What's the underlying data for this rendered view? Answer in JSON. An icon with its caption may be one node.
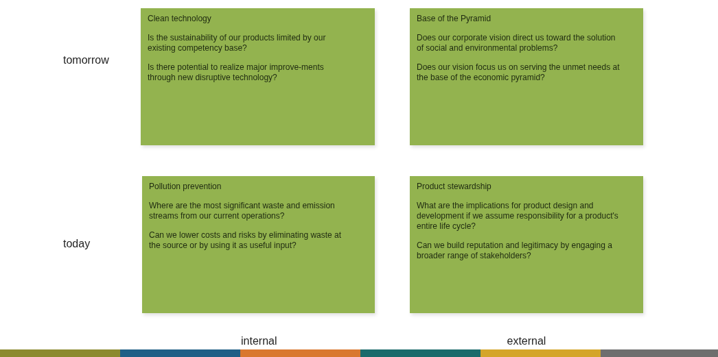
{
  "diagram": {
    "nodes": [
      {
        "text": [
          "Clean technology",
          "Is the sustainability of our products limited by our existing competency base?",
          "Is there potential to realize major improve-ments through new disruptive technology?"
        ]
      },
      {
        "text": [
          "Base of the Pyramid",
          "Does our corporate vision direct us toward the solution of social and environmental problems?",
          "Does our vision focus us on serving the unmet needs at the base of the economic pyramid?"
        ]
      },
      {
        "text": [
          "Pollution prevention",
          "Where are the most significant waste and emission streams from our current operations?",
          "Can we lower costs and risks by eliminating waste at the source or by using it as useful input?"
        ]
      },
      {
        "text": [
          "Product stewardship",
          "What are the implications for product design and development if we assume responsibility for a product's entire life cycle?",
          "Can we build reputation and legitimacy by engaging a broader range of stakeholders?"
        ]
      }
    ],
    "labels": [
      "tomorrow",
      "today",
      "internal",
      "external"
    ]
  }
}
